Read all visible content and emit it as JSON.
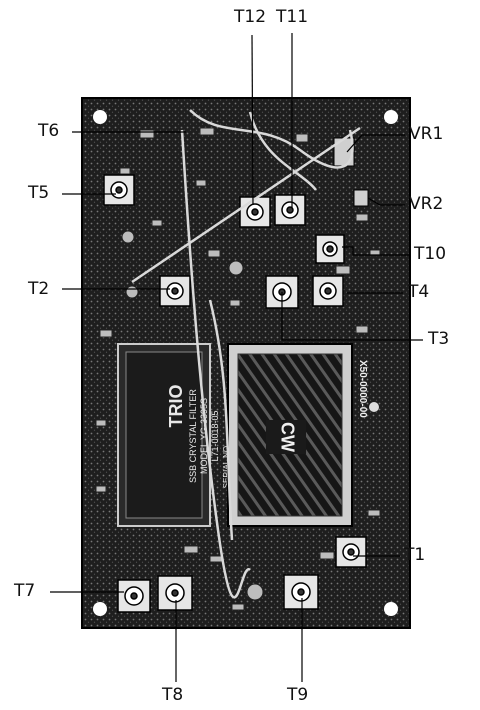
{
  "labels": {
    "T12": "T12",
    "T11": "T11",
    "T6": "T6",
    "VR1": "VR1",
    "T5": "T5",
    "VR2": "VR2",
    "T10": "T10",
    "T2": "T2",
    "T4": "T4",
    "T3": "T3",
    "T1": "T1",
    "T7": "T7",
    "T8": "T8",
    "T9": "T9"
  },
  "filter": {
    "brand": "TRIO",
    "line1": "SSB CRYSTAL FILTER",
    "line2": "MODEL YG-3395S",
    "line3": "L71-0018-05",
    "line4": "SERIAL NO."
  },
  "cw_module": {
    "text": "CW"
  },
  "board_side_text": "X50-0000-00"
}
